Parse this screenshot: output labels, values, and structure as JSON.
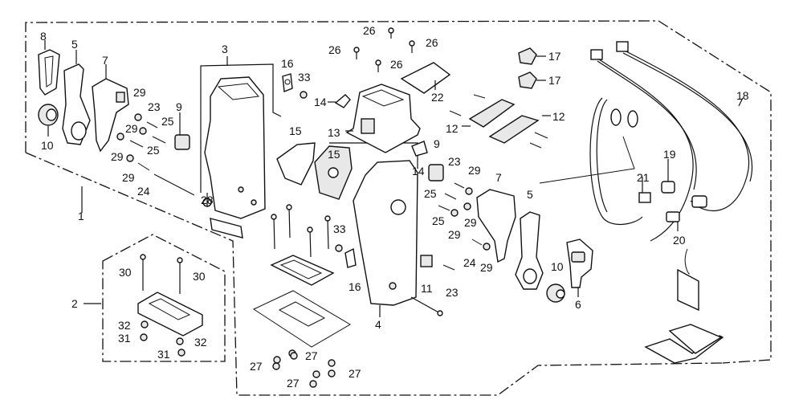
{
  "diagram": {
    "title": "Remote control box – exploded parts diagram",
    "background": "#ffffff",
    "line_color": "#111111",
    "labels": {
      "l1": "1",
      "l2": "2",
      "l3": "3",
      "l4": "4",
      "l5a": "5",
      "l5b": "5",
      "l6": "6",
      "l7a": "7",
      "l7b": "7",
      "l8": "8",
      "l9a": "9",
      "l9b": "9",
      "l10a": "10",
      "l10b": "10",
      "l11": "11",
      "l12a": "12",
      "l12b": "12",
      "l13": "13",
      "l14a": "14",
      "l14b": "14",
      "l15a": "15",
      "l15b": "15",
      "l16a": "16",
      "l16b": "16",
      "l17a": "17",
      "l17b": "17",
      "l18": "18",
      "l19": "19",
      "l20": "20",
      "l21": "21",
      "l22": "22",
      "l23a": "23",
      "l23b": "23",
      "l23c": "23",
      "l24a": "24",
      "l24b": "24",
      "l25a": "25",
      "l25b": "25",
      "l25c": "25",
      "l25d": "25",
      "l26a": "26",
      "l26b": "26",
      "l26c": "26",
      "l26d": "26",
      "l27a": "27",
      "l27b": "27",
      "l27c": "27",
      "l27d": "27",
      "l28": "28",
      "l29a": "29",
      "l29b": "29",
      "l29c": "29",
      "l29d": "29",
      "l29e": "29",
      "l29f": "29",
      "l29g": "29",
      "l29h": "29",
      "l30a": "30",
      "l30b": "30",
      "l31a": "31",
      "l31b": "31",
      "l32a": "32",
      "l32b": "32",
      "l33a": "33",
      "l33b": "33"
    }
  }
}
